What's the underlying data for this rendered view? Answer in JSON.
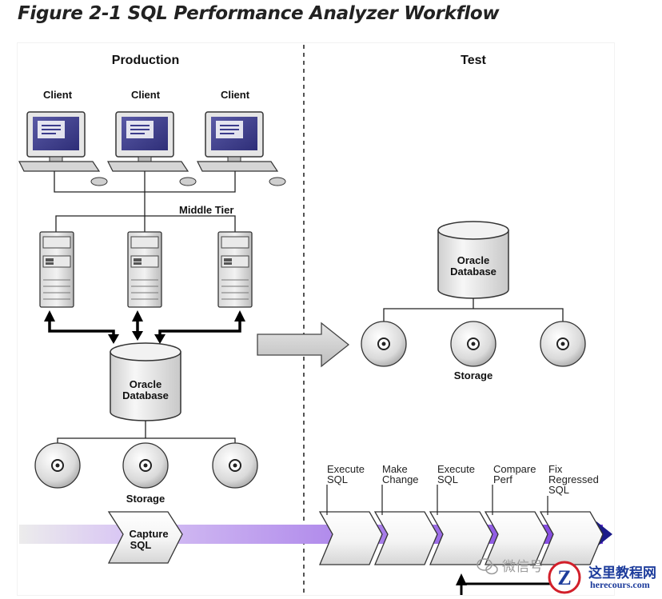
{
  "figure": {
    "title": "Figure 2-1 SQL Performance Analyzer Workflow"
  },
  "production": {
    "title": "Production",
    "clients": [
      "Client",
      "Client",
      "Client"
    ],
    "middle_tier_label": "Middle Tier",
    "database_label": [
      "Oracle",
      "Database"
    ],
    "storage_label": "Storage"
  },
  "test": {
    "title": "Test",
    "database_label": [
      "Oracle",
      "Database"
    ],
    "storage_label": "Storage"
  },
  "workflow": {
    "capture_step": [
      "Capture",
      "SQL"
    ],
    "steps": [
      [
        "Execute",
        "SQL"
      ],
      [
        "Make",
        "Change"
      ],
      [
        "Execute",
        "SQL"
      ],
      [
        "Compare",
        "Perf"
      ],
      [
        "Fix",
        "Regressed",
        "SQL"
      ]
    ]
  },
  "watermark": {
    "text": "微信号"
  },
  "logo": {
    "name": "这里教程网",
    "url": "herecours.com",
    "letter": "Z"
  },
  "colors": {
    "arrow_purple": "#7d3fe0",
    "arrow_navy": "#1c1c8a",
    "monitor_screen": "#3c3c8c",
    "dashed_divider": "#555555"
  }
}
